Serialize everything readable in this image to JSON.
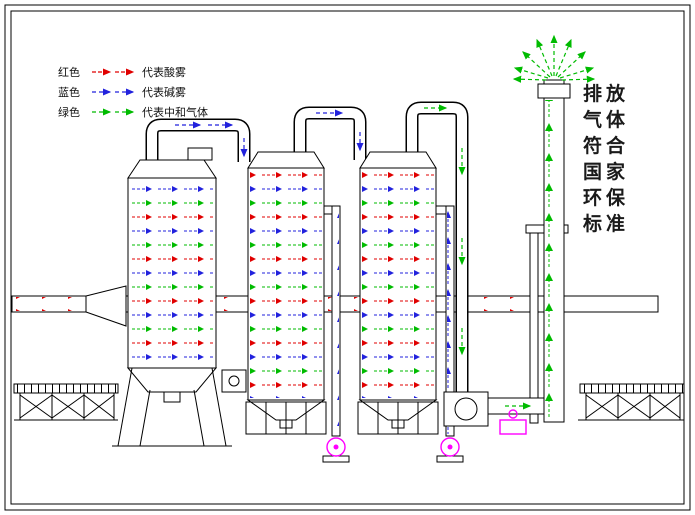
{
  "legend": {
    "items": [
      {
        "label": "红色",
        "desc": "代表酸雾",
        "color": "#e00000"
      },
      {
        "label": "蓝色",
        "desc": "代表碱雾",
        "color": "#2222dd"
      },
      {
        "label": "绿色",
        "desc": "代表中和气体",
        "color": "#00bb00"
      }
    ]
  },
  "caption": {
    "lines": [
      "排放",
      "气体",
      "符合",
      "国家",
      "环保",
      "标准"
    ]
  },
  "colors": {
    "acid_red": "#e00000",
    "alkali_blue": "#2222dd",
    "neutral_green": "#00bb00",
    "equipment_magenta": "#ff00ff",
    "line_black": "#000000",
    "background": "#ffffff"
  }
}
